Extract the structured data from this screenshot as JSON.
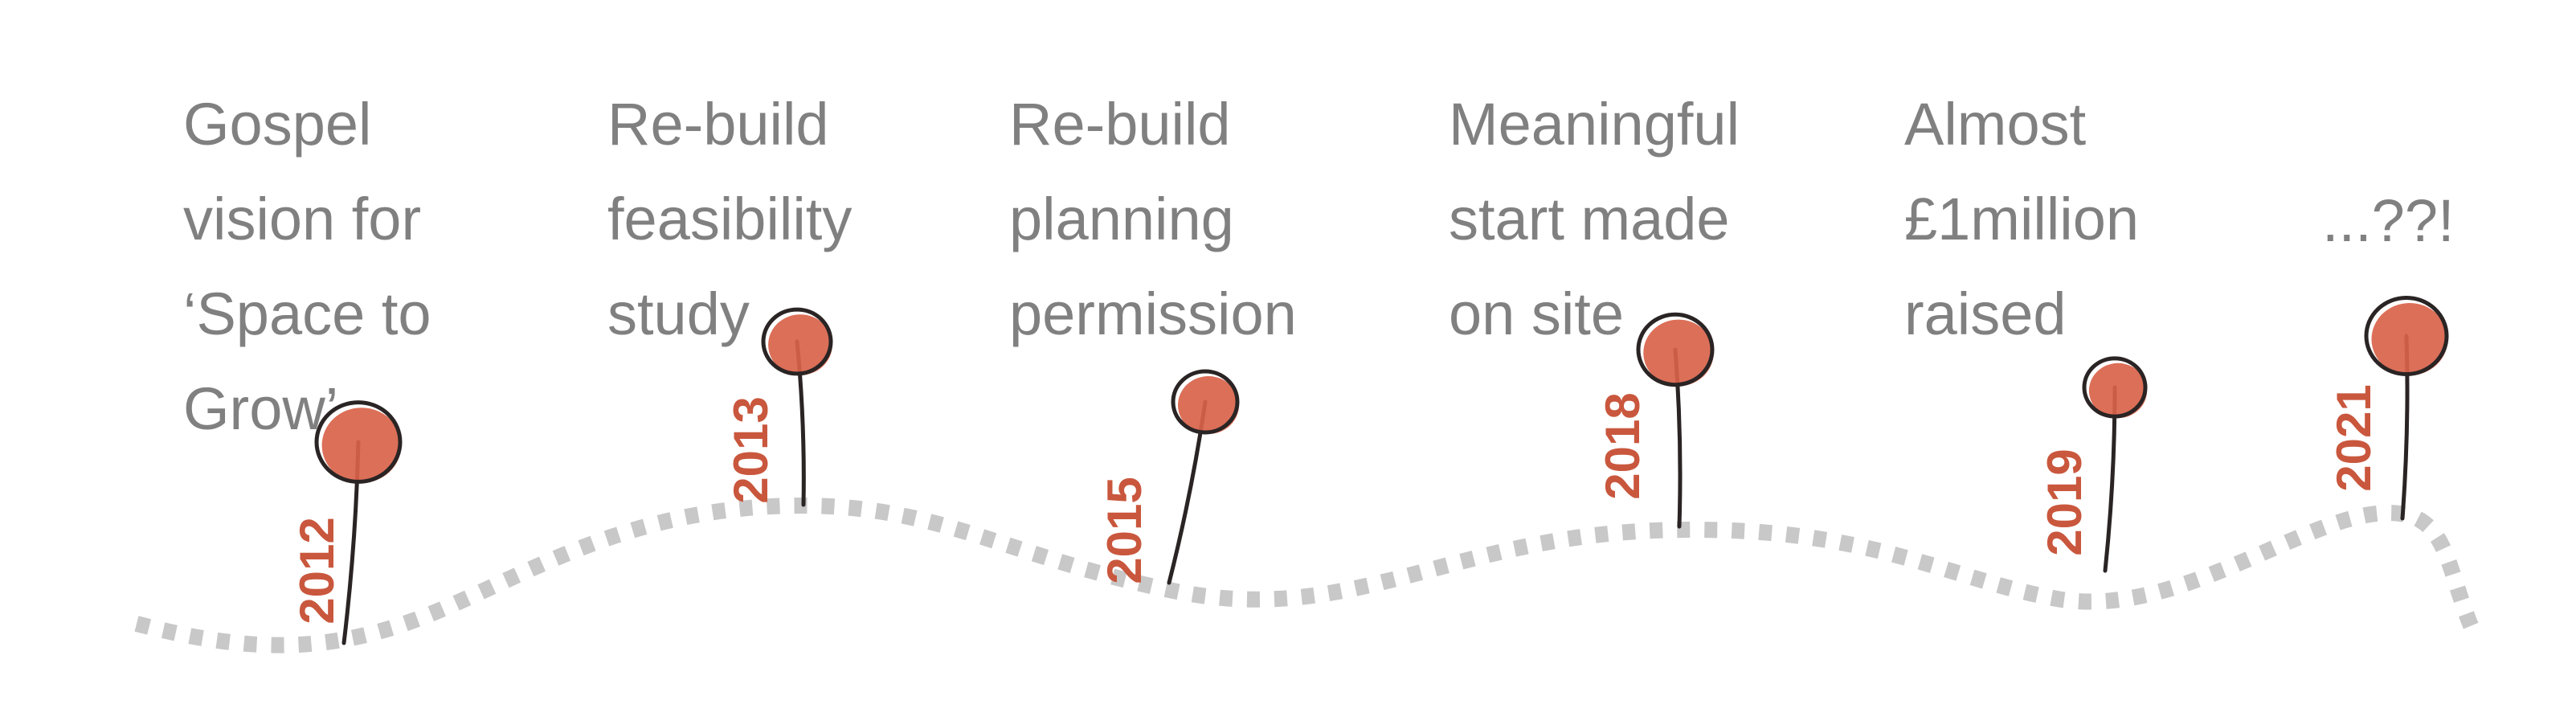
{
  "colors": {
    "text": "#808080",
    "year": "#c9573d",
    "pin_fill": "#d9634a",
    "pin_outline": "#2a2424",
    "path": "#c8c8c8",
    "background": "#ffffff"
  },
  "milestones": [
    {
      "lines": [
        "Gospel",
        "vision for",
        "‘Space to",
        "Grow’"
      ],
      "year": "2012"
    },
    {
      "lines": [
        "Re-build",
        "feasibility",
        "study"
      ],
      "year": "2013"
    },
    {
      "lines": [
        "Re-build",
        "planning",
        "permission"
      ],
      "year": "2015"
    },
    {
      "lines": [
        "Meaningful",
        "start made",
        "on site"
      ],
      "year": "2018"
    },
    {
      "lines": [
        "Almost",
        "£1million",
        "raised"
      ],
      "year": "2019"
    },
    {
      "lines": [
        "...??!"
      ],
      "year": "2021"
    }
  ]
}
